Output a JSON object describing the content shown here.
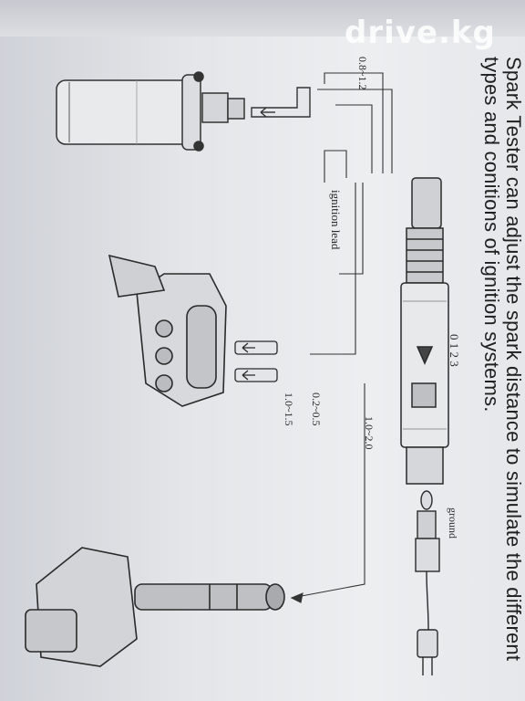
{
  "watermark": "drive.kg",
  "headline": {
    "line1": "Spark Tester can adjust the spark distance to simulate the different",
    "line2": "types and conitions of ignition systems."
  },
  "diagram": {
    "scale_numbers": "0  1  2  3",
    "gap_coil": "0.8~1.2",
    "ignition_lead": "ignition lead",
    "gap_plug": "1.0~1.5",
    "gap_small": "0.2~0.5",
    "gap_large": "1.0~2.0",
    "ground": "ground"
  }
}
